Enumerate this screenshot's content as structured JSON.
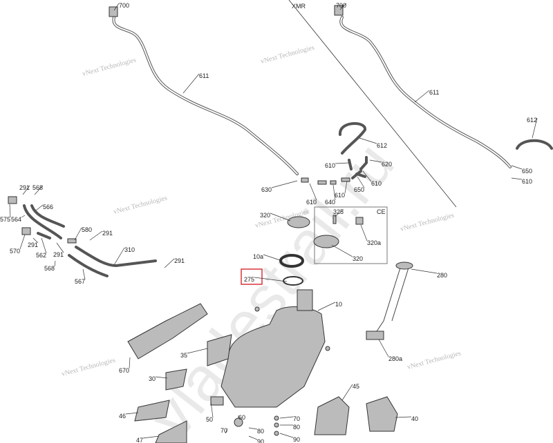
{
  "diagram": {
    "variant_label": "XMR",
    "ce_box_label": "CE",
    "highlighted_part": "275",
    "highlight_color": "#d9333a",
    "watermark_site": "vladestrail.ru",
    "watermark_brand": "vNext Technologies",
    "callouts": [
      "700",
      "700",
      "611",
      "611",
      "612",
      "612",
      "610",
      "620",
      "650",
      "610",
      "630",
      "610",
      "640",
      "610",
      "650",
      "610",
      "291",
      "568",
      "566",
      "575",
      "564",
      "580",
      "291",
      "570",
      "291",
      "562",
      "291",
      "310",
      "291",
      "568",
      "567",
      "320",
      "325",
      "320a",
      "320",
      "10a",
      "275",
      "280",
      "10",
      "670",
      "35",
      "30",
      "280a",
      "45",
      "46",
      "50",
      "60",
      "70",
      "80",
      "90",
      "40",
      "47",
      "70",
      "80",
      "90"
    ]
  }
}
